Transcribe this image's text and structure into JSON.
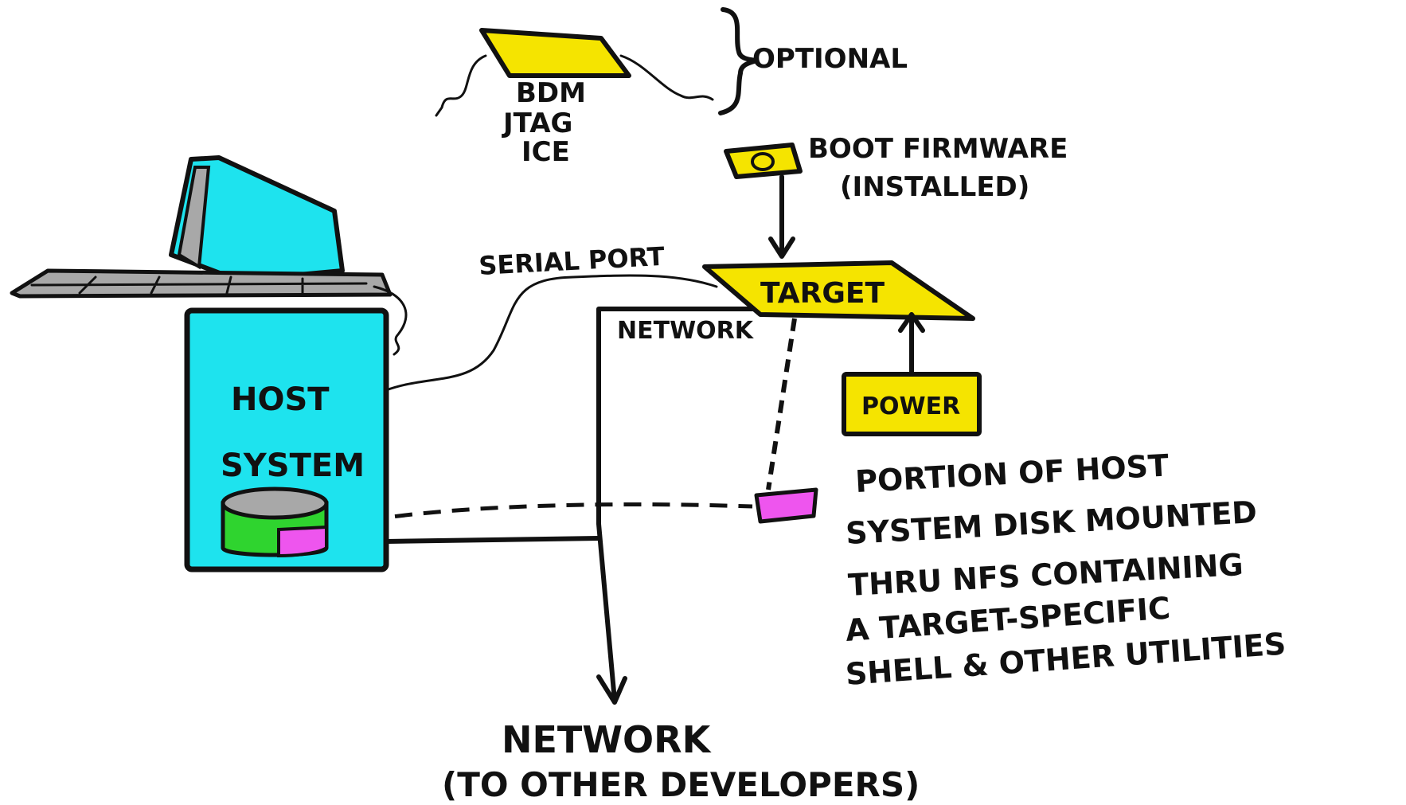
{
  "labels": {
    "optional": "OPTIONAL",
    "debug_tools": [
      "BDM",
      "JTAG",
      "ICE"
    ],
    "boot_firmware": [
      "BOOT FIRMWARE",
      "(INSTALLED)"
    ],
    "serial_port": "SERIAL PORT",
    "target": "TARGET",
    "network_mid": "NETWORK",
    "power": "POWER",
    "host_system": [
      "HOST",
      "SYSTEM"
    ],
    "nfs_note": [
      "PORTION OF HOST",
      "SYSTEM DISK MOUNTED",
      "THRU NFS CONTAINING",
      "A TARGET-SPECIFIC",
      "SHELL & OTHER UTILITIES"
    ],
    "network_bottom": [
      "NETWORK",
      "(TO OTHER DEVELOPERS)"
    ]
  },
  "colors": {
    "yellow": "#f5e400",
    "cyan": "#1ee3ee",
    "green": "#2fd42f",
    "magenta": "#ee55ee",
    "gray": "#a8a8a8",
    "ink": "#111111"
  }
}
